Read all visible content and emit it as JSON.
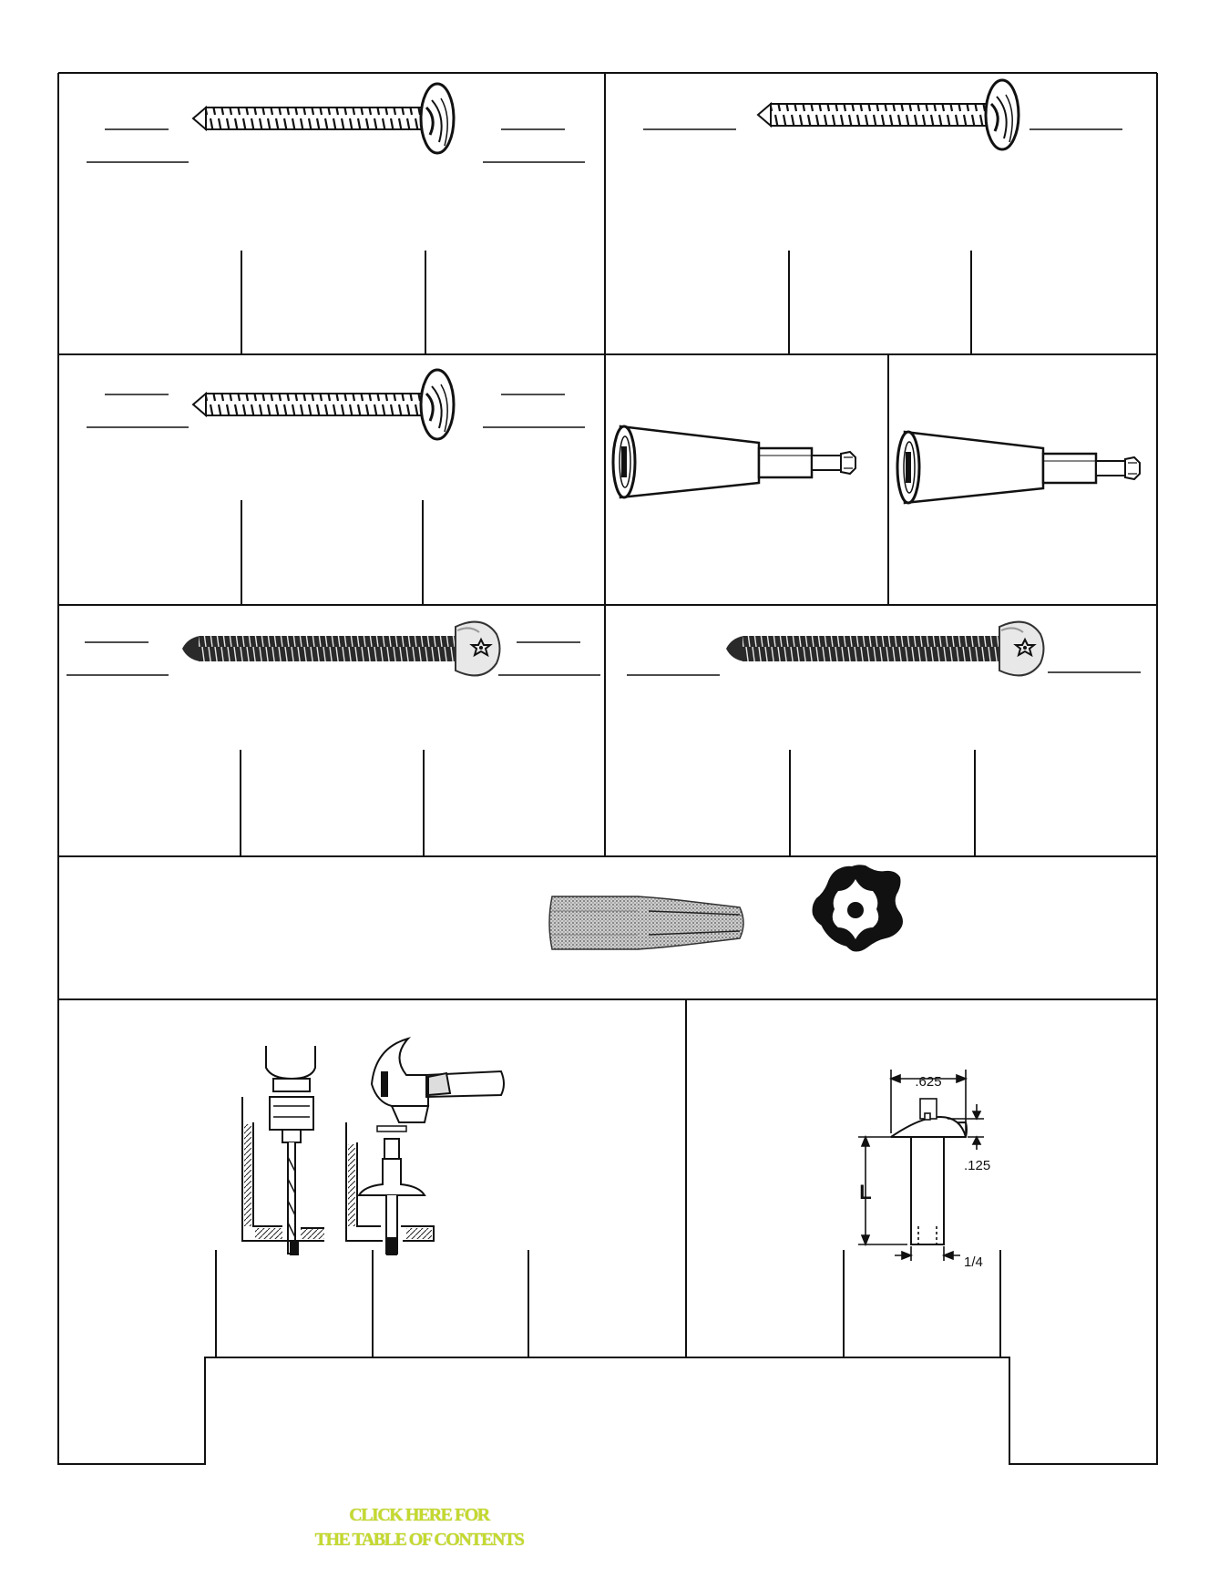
{
  "dimensions": {
    "head_diameter": ".625",
    "head_height": ".125",
    "length": "L",
    "shank": "1/4"
  },
  "toc_link": {
    "line1": "CLICK HERE FOR",
    "line2": "THE TABLE OF CONTENTS"
  },
  "colors": {
    "link": "#c4d930",
    "lines": "#111111"
  },
  "icons": [
    "one-way-screw-icon",
    "one-way-removal-tool-icon",
    "torx-pin-screw-icon",
    "torx-bit-icon",
    "torx-pin-recess-icon",
    "drive-pin-install-icon",
    "drive-pin-diagram-icon"
  ]
}
